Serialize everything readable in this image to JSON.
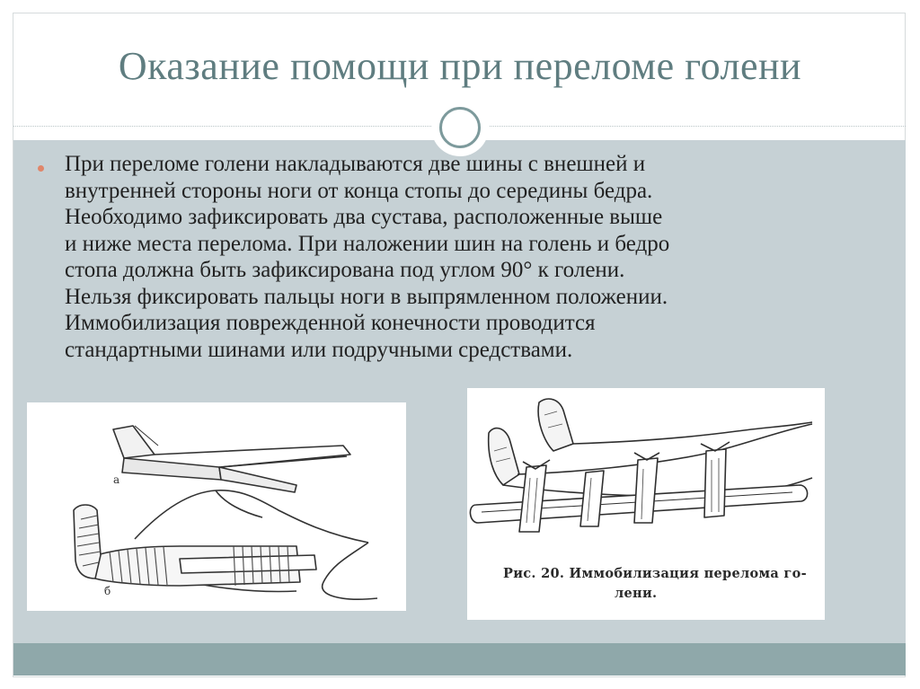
{
  "slide": {
    "title": "Оказание помощи при переломе голени",
    "body_lines": [
      "При переломе голени накладываются две шины с внешней и",
      "внутренней стороны ноги от конца стопы до середины бедра.",
      "Необходимо зафиксировать два сустава, расположенные выше",
      "и ниже места перелома. При наложении шин на голень и бедро",
      "стопа должна быть зафиксирована под углом 90° к голени.",
      "Нельзя фиксировать пальцы ноги в выпрямленном положении.",
      "Иммобилизация поврежденной конечности проводится",
      "стандартными шинами или подручными средствами."
    ]
  },
  "figure_left": {
    "label_a": "а",
    "label_b": "б"
  },
  "figure_right": {
    "caption_line1": "Рис. 20. Иммобилизация перелома го-",
    "caption_line2": "лени."
  },
  "colors": {
    "title": "#5f7d80",
    "panel": "#c6d1d5",
    "footer": "#8fa8aa",
    "bullet": "#e0866a"
  }
}
